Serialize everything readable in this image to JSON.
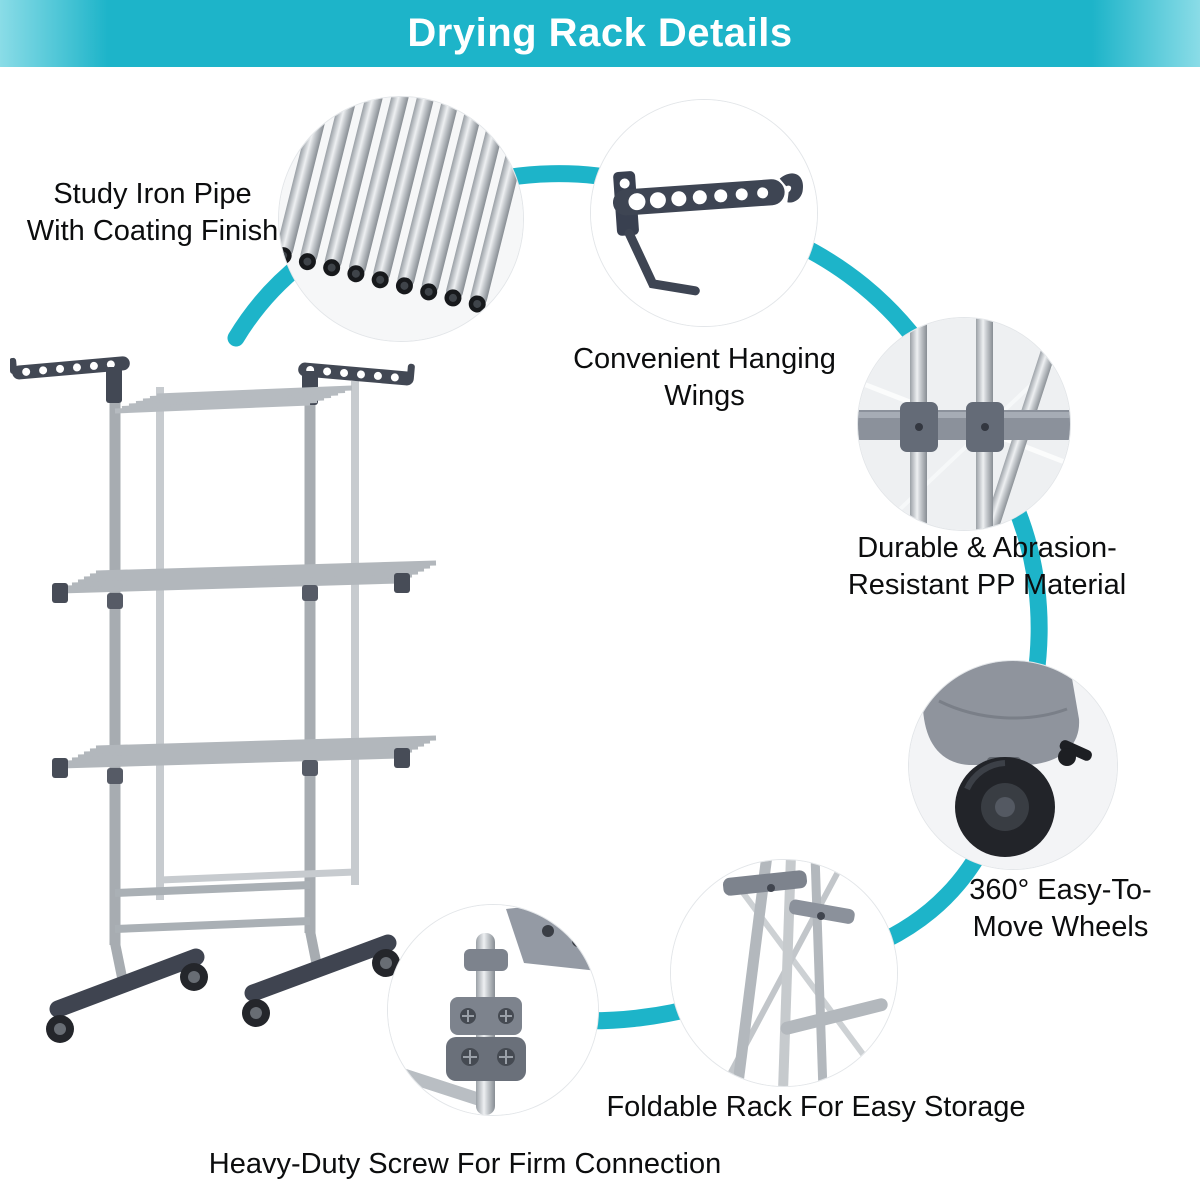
{
  "header": {
    "title": "Drying Rack Details"
  },
  "callouts": [
    {
      "id": "iron-pipe",
      "photo": "iron-pipes-closeup",
      "lines": [
        "Study Iron Pipe",
        "With Coating Finish"
      ]
    },
    {
      "id": "hanging-wings",
      "photo": "hanging-wing-closeup",
      "lines": [
        "Convenient Hanging",
        "Wings"
      ]
    },
    {
      "id": "pp-material",
      "photo": "pp-joint-closeup",
      "lines": [
        "Durable & Abrasion-",
        "Resistant PP Material"
      ]
    },
    {
      "id": "wheels",
      "photo": "caster-wheel-closeup",
      "lines": [
        "360° Easy-To-",
        "Move Wheels"
      ]
    },
    {
      "id": "foldable",
      "photo": "folded-rack-closeup",
      "lines": [
        "Foldable Rack For Easy Storage"
      ]
    },
    {
      "id": "screw",
      "photo": "screw-joint-closeup",
      "lines": [
        "Heavy-Duty Screw For Firm Connection"
      ]
    }
  ],
  "main_photo": "three-tier-drying-rack",
  "colors": {
    "accent": "#1db4c9",
    "banner_text": "#ffffff",
    "label_text": "#0c0d0e"
  }
}
